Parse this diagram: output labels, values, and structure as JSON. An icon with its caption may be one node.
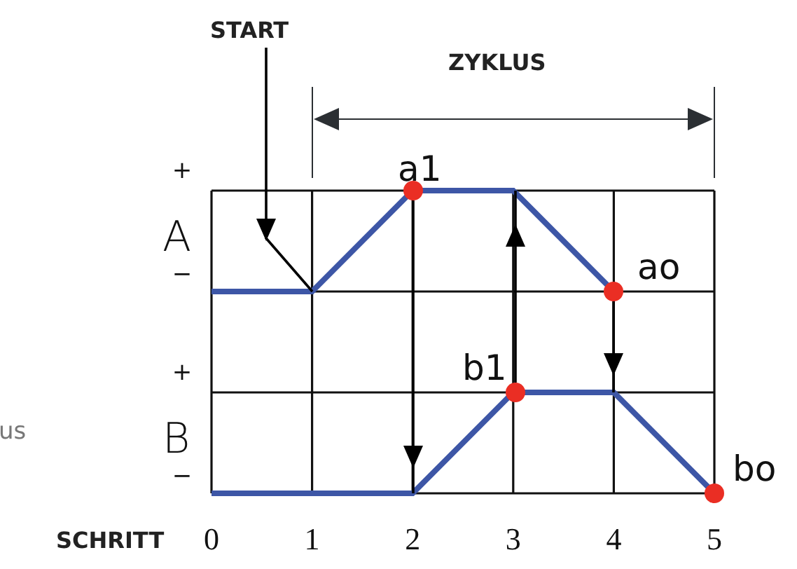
{
  "diagram": {
    "nodes": [
      {
        "text": [
          "START"
        ]
      },
      {
        "text": [
          "a1"
        ]
      },
      {
        "text": [
          "ao"
        ]
      },
      {
        "text": [
          "b1"
        ]
      },
      {
        "text": [
          "bo"
        ]
      }
    ],
    "edges": [
      {
        "from": 0,
        "to": null,
        "arrow": "to"
      },
      {
        "from": 1,
        "to": null,
        "arrow": "to"
      },
      {
        "from": 3,
        "to": null,
        "arrow": "to"
      },
      {
        "from": 2,
        "to": null,
        "arrow": "to"
      }
    ],
    "labels": [
      "ZYKLUS",
      "+",
      "A",
      "−",
      "+",
      "B",
      "−",
      "us",
      "SCHRITT",
      "0",
      "1",
      "2",
      "3",
      "4",
      "5"
    ]
  }
}
